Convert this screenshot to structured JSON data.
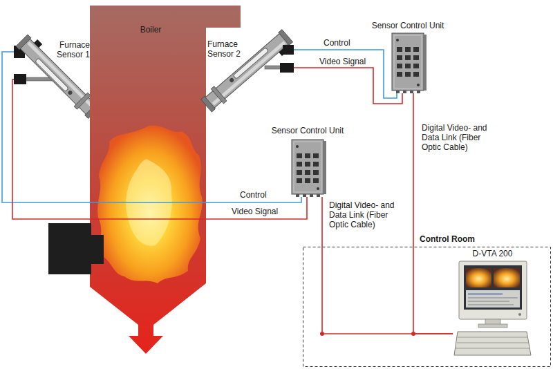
{
  "diagram": {
    "nodes": [
      {
        "text": [
          "Furnace Sensor 1"
        ]
      },
      {
        "text": [
          "Boiler"
        ]
      },
      {
        "text": [
          "Furnace Sensor 2"
        ]
      },
      {
        "text": [
          "Sensor Control Unit"
        ]
      },
      {
        "text": [
          "Sensor Control Unit"
        ]
      },
      {
        "text": [
          "Control Room"
        ]
      },
      {
        "text": [
          "D-VTA 200"
        ],
        "in": 5
      }
    ],
    "edges": [
      {
        "from": 2,
        "to": 3,
        "label": "Control",
        "arrow": "none"
      },
      {
        "from": 2,
        "to": 3,
        "label": "Video Signal",
        "arrow": "none"
      },
      {
        "from": 0,
        "to": 4,
        "label": "Control",
        "arrow": "none"
      },
      {
        "from": 0,
        "to": 4,
        "label": "Video Signal",
        "arrow": "none"
      },
      {
        "from": 3,
        "to": 6,
        "label": "Digital Video- and Data Link (Fiber Optic Cable)",
        "arrow": "none"
      },
      {
        "from": 4,
        "to": 6,
        "label": "Digital Video- and Data Link (Fiber Optic Cable)",
        "arrow": "none"
      }
    ]
  }
}
